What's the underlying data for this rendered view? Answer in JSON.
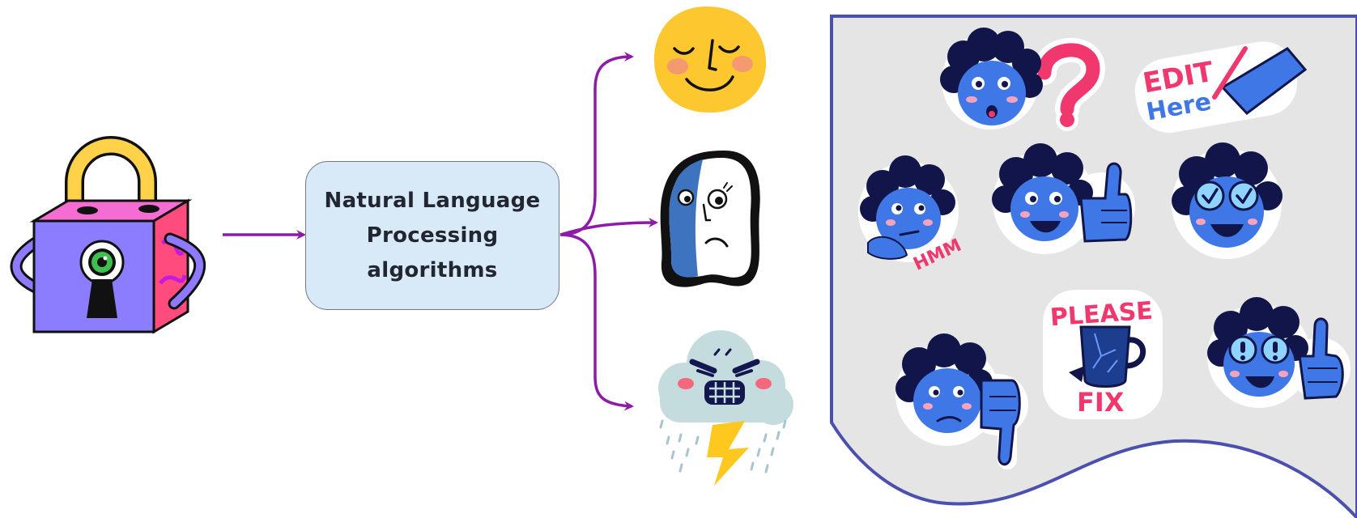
{
  "nlp_box": {
    "lines": [
      "Natural Language",
      "Processing",
      "algorithms"
    ]
  },
  "icons": {
    "input": "padlock-with-eye-icon",
    "outputs": [
      "calm-smiling-sun-face-icon",
      "neutral-two-tone-face-icon",
      "angry-storm-cloud-icon"
    ]
  },
  "sticker_panel": {
    "stickers": [
      {
        "name": "question-sticker",
        "text": "?"
      },
      {
        "name": "edit-here-sticker",
        "text": "EDIT HERE"
      },
      {
        "name": "hmm-thinking-sticker",
        "text": "HMM"
      },
      {
        "name": "thumbs-up-sticker",
        "text": ""
      },
      {
        "name": "check-eyes-sticker",
        "text": ""
      },
      {
        "name": "thumbs-down-sticker",
        "text": ""
      },
      {
        "name": "please-fix-sticker",
        "text": "PLEASE FIX"
      },
      {
        "name": "surprised-pointing-sticker",
        "text": ""
      }
    ]
  },
  "colors": {
    "arrow": "#8e1aa8",
    "box_fill": "#d8e9f8",
    "panel_fill": "#e5e5e5",
    "panel_border": "#4b4fae",
    "sticker_face": "#3f78e6",
    "sticker_hair": "#11154a",
    "sticker_text": "#f0386e"
  }
}
